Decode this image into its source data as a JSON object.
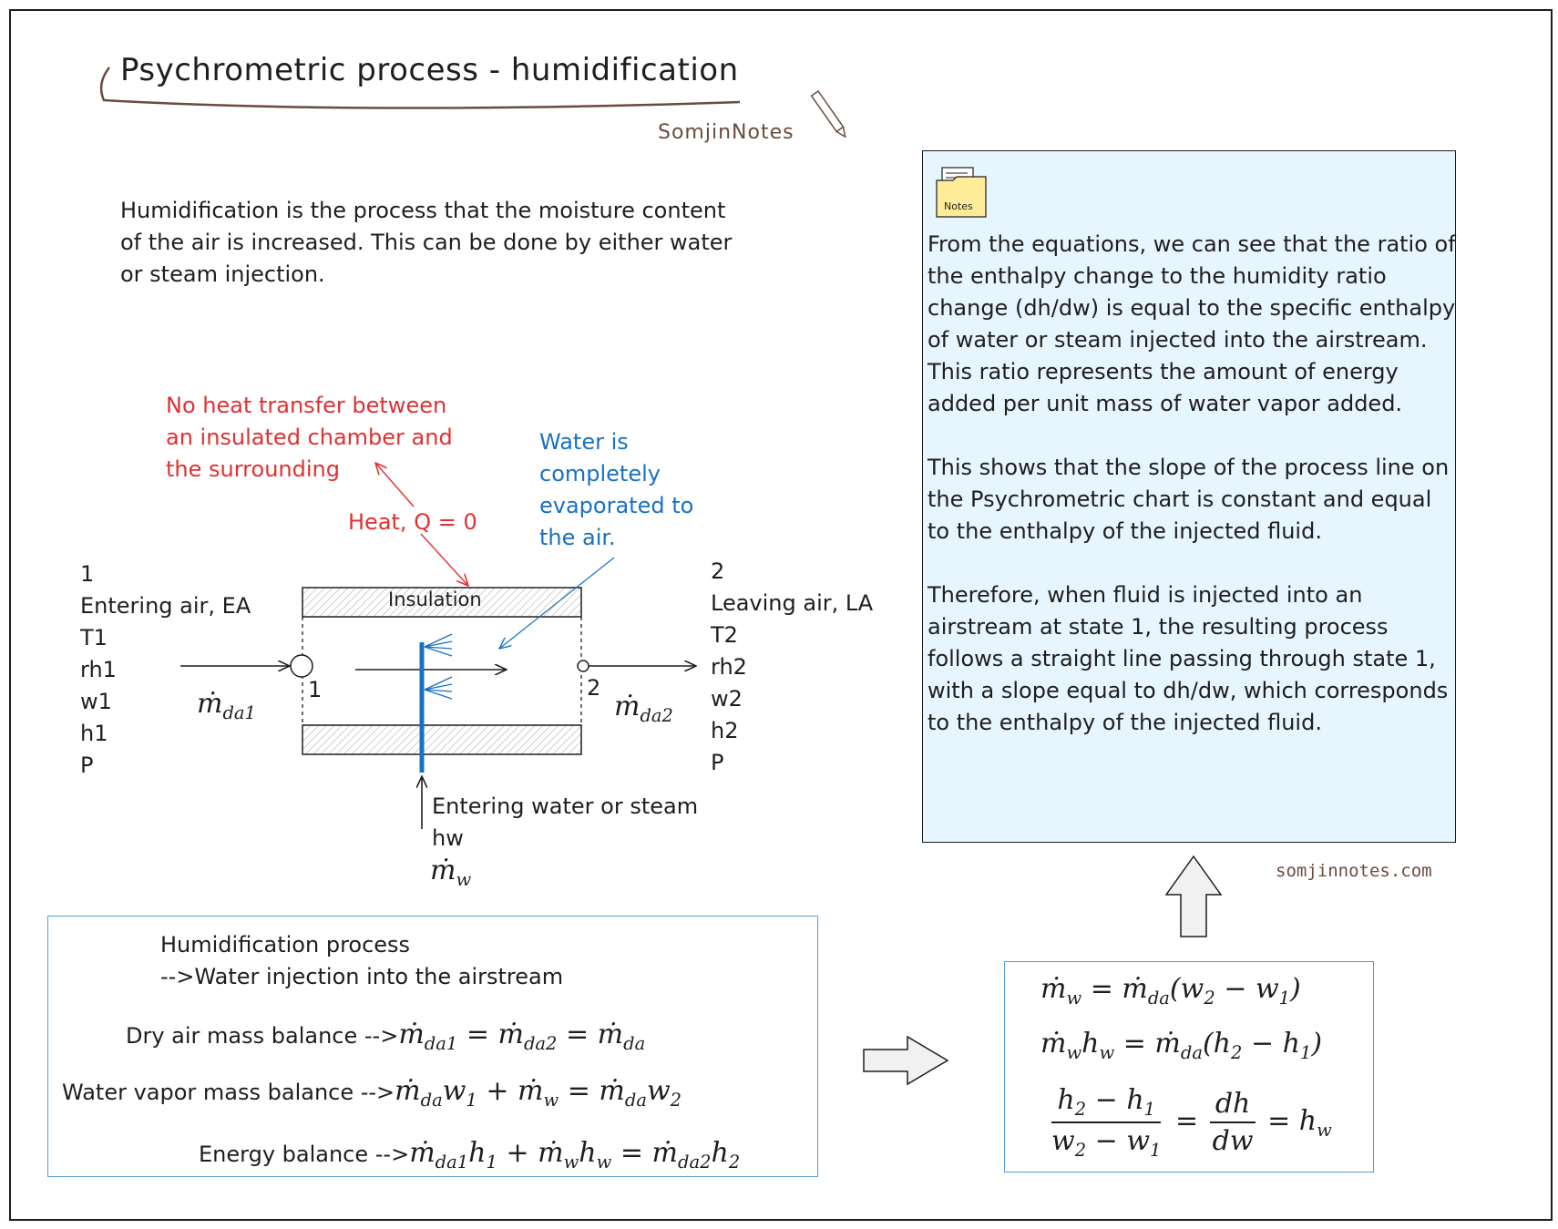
{
  "title": "Psychrometric process - humidification",
  "brand": "SomjinNotes",
  "intro": "Humidification is the process that the moisture content of the air is increased. This can be done by either water or steam injection.",
  "diagram": {
    "note_red_line1": "No heat transfer between",
    "note_red_line2": "an insulated chamber and",
    "note_red_line3": "the surrounding",
    "heat_label": "Heat, Q = 0",
    "note_blue_line1": "Water is",
    "note_blue_line2": "completely",
    "note_blue_line3": "evaporated to",
    "note_blue_line4": "the air.",
    "insulation": "Insulation",
    "state1": {
      "num": "1",
      "label": "Entering air, EA",
      "vars": [
        "T1",
        "rh1",
        "w1",
        "h1",
        "P"
      ],
      "flow": "ṁ",
      "flow_sub": "da1",
      "port": "1"
    },
    "state2": {
      "num": "2",
      "label": "Leaving air, LA",
      "vars": [
        "T2",
        "rh2",
        "w2",
        "h2",
        "P"
      ],
      "flow": "ṁ",
      "flow_sub": "da2",
      "port": "2"
    },
    "water_label": "Entering water or steam",
    "water_h": "hw",
    "water_flow": "ṁ",
    "water_flow_sub": "w"
  },
  "balance": {
    "heading1": "Humidification process",
    "heading2": "-->Water injection into the airstream",
    "dry_label": "Dry air mass balance -->",
    "vapor_label": "Water vapor mass balance -->",
    "energy_label": "Energy balance -->"
  },
  "notes": {
    "icon_label": "Notes",
    "p1": "From the equations, we can see that the ratio of the enthalpy change to the humidity ratio change (dh/dw) is equal to the specific enthalpy of water or steam injected into the airstream. This ratio represents the amount of energy added per unit mass of water vapor added.",
    "p2": "This shows that the slope of the process line on the Psychrometric chart is constant and equal to the enthalpy of the injected fluid.",
    "p3": "Therefore, when fluid is injected into an airstream at state 1, the resulting process follows a straight line passing through state 1, with a slope equal to dh/dw, which corresponds to the enthalpy of the injected fluid."
  },
  "website": "somjinnotes.com",
  "colors": {
    "red": "#e03131",
    "blue": "#1971c2",
    "notes_bg": "#e7f5ff",
    "box_border": "#5b9bd5",
    "brand": "#6b4b3e"
  }
}
